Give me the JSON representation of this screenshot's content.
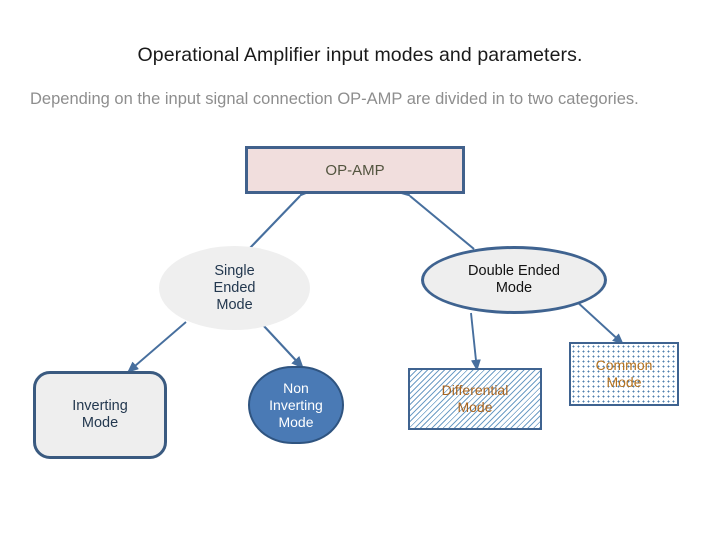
{
  "slide": {
    "title": "Operational Amplifier input modes and parameters.",
    "subtitle": "Depending on the input signal connection OP-AMP are divided in to two categories.",
    "background_color": "#ffffff"
  },
  "diagram": {
    "type": "hierarchy-flowchart",
    "nodes": [
      {
        "id": "opamp",
        "label": "OP-AMP",
        "shape": "rectangle",
        "fill": "#f1dedd",
        "border": "#41618c",
        "text_color": "#53543f",
        "level": 0
      },
      {
        "id": "single",
        "label": "Single\nEnded\nMode",
        "shape": "ellipse",
        "fill": "#efefef",
        "border": "none",
        "text_color": "#23384f",
        "level": 1
      },
      {
        "id": "double",
        "label": "Double Ended\nMode",
        "shape": "ellipse",
        "fill": "#eeeeee",
        "border": "#3f6390",
        "text_color": "#121212",
        "level": 1
      },
      {
        "id": "inverting",
        "label": "Inverting\nMode",
        "shape": "rounded-rectangle",
        "fill": "#eeeeee",
        "border": "#3a5a80",
        "text_color": "#23384f",
        "level": 2
      },
      {
        "id": "noninverting",
        "label": "Non\nInverting\nMode",
        "shape": "ellipse",
        "fill": "#4a7ab5",
        "border": "#2f5480",
        "text_color": "#ffffff",
        "level": 2
      },
      {
        "id": "differential",
        "label": "Differential\nMode",
        "shape": "rectangle-hatched",
        "fill": "diagonal-hatch",
        "border": "#3f6390",
        "text_color": "#a8641f",
        "level": 2
      },
      {
        "id": "common",
        "label": "Common\nMode",
        "shape": "rectangle-dotted",
        "fill": "dotted",
        "border": "#3f6390",
        "text_color": "#b4721f",
        "level": 2
      }
    ],
    "edges": [
      {
        "from": "opamp",
        "to": "single"
      },
      {
        "from": "opamp",
        "to": "double"
      },
      {
        "from": "single",
        "to": "inverting"
      },
      {
        "from": "single",
        "to": "noninverting"
      },
      {
        "from": "double",
        "to": "differential"
      },
      {
        "from": "double",
        "to": "common"
      }
    ],
    "edge_color": "#476f9e"
  }
}
